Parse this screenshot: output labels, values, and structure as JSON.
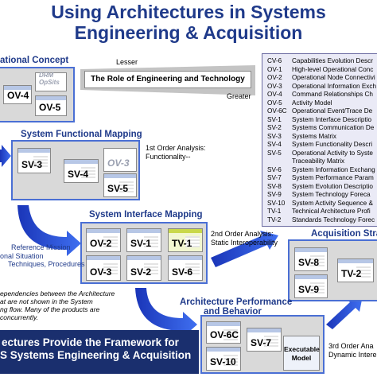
{
  "title": {
    "line1": "Using Architectures in Systems",
    "line2": "Engineering & Acquisition"
  },
  "stages": {
    "operational": {
      "label": "ational Concept",
      "cards": [
        "OV-4",
        "OV-5"
      ],
      "ghost_text": "DRM OpSits"
    },
    "functional": {
      "label": "System Functional Mapping",
      "cards": [
        "SV-3",
        "SV-4",
        "OV-3",
        "SV-5"
      ],
      "analysis_line1": "1st Order Analysis:",
      "analysis_line2": "Functionality--"
    },
    "interface": {
      "label": "System Interface Mapping",
      "cards": [
        "OV-2",
        "SV-1",
        "TV-1",
        "OV-3",
        "SV-2",
        "SV-6"
      ],
      "analysis_line1": "2nd Order Analysis:",
      "analysis_line2": "Static Interoperability"
    },
    "performance": {
      "label_line1": "Architecture Performance",
      "label_line2": "and Behavior",
      "cards": [
        "OV-6C",
        "SV-7",
        "SV-10"
      ],
      "model_line1": "Executable",
      "model_line2": "Model",
      "analysis_line1": "3rd Order Ana",
      "analysis_line2": "Dynamic Intere"
    },
    "acquisition": {
      "label": "Acquisition Stra",
      "cards": [
        "SV-8",
        "TV-2",
        "SV-9"
      ]
    }
  },
  "technology": {
    "lesser": "Lesser",
    "greater": "Greater",
    "role": "The Role of Engineering and Technology"
  },
  "left_notes": {
    "line1": "Reference Mission",
    "line2": "onal Situation",
    "line3": "Techniques, Procedures"
  },
  "dependency_note": {
    "line1": "ependencies between the Architecture",
    "line2": "at are not shown in the System",
    "line3": "ng flow.  Many of the products are",
    "line4": "concurrently."
  },
  "banner": {
    "line1": "ectures Provide the Framework for",
    "line2": "S Systems Engineering & Acquisition"
  },
  "products": [
    {
      "code": "CV-6",
      "name": "Capabilities Evolution Descr"
    },
    {
      "code": "OV-1",
      "name": "High-level Operational Conc"
    },
    {
      "code": "OV-2",
      "name": "Operational Node Connectivi"
    },
    {
      "code": "OV-3",
      "name": "Operational Information Exch"
    },
    {
      "code": "OV-4",
      "name": "Command Relationships Ch"
    },
    {
      "code": "OV-5",
      "name": "Activity Model"
    },
    {
      "code": "OV-6C",
      "name": "Operational Event/Trace De"
    },
    {
      "code": "SV-1",
      "name": "System Interface Descriptio"
    },
    {
      "code": "SV-2",
      "name": "Systems Communication De"
    },
    {
      "code": "SV-3",
      "name": "Systems Matrix"
    },
    {
      "code": "SV-4",
      "name": "System Functionality Descri"
    },
    {
      "code": "SV-5",
      "name": "Operational Activity to Syste"
    },
    {
      "code": "",
      "name": "Traceability Matrix"
    },
    {
      "code": "SV-6",
      "name": "System Information Exchang"
    },
    {
      "code": "SV-7",
      "name": "System Performance Param"
    },
    {
      "code": "SV-8",
      "name": "System Evolution Descriptio"
    },
    {
      "code": "SV-9",
      "name": "System Technology Foreca"
    },
    {
      "code": "SV-10",
      "name": "System Activity Sequence &"
    },
    {
      "code": "TV-1",
      "name": "Technical Architecture Profi"
    },
    {
      "code": "TV-2",
      "name": "Standards Technology Forec"
    }
  ],
  "colors": {
    "title_blue": "#1f3a8a",
    "arrow_blue": "#2b4fd8",
    "panel_border": "#4a6fd4",
    "banner_navy": "#1a2f6e",
    "highlight": "#f2f7d0"
  }
}
